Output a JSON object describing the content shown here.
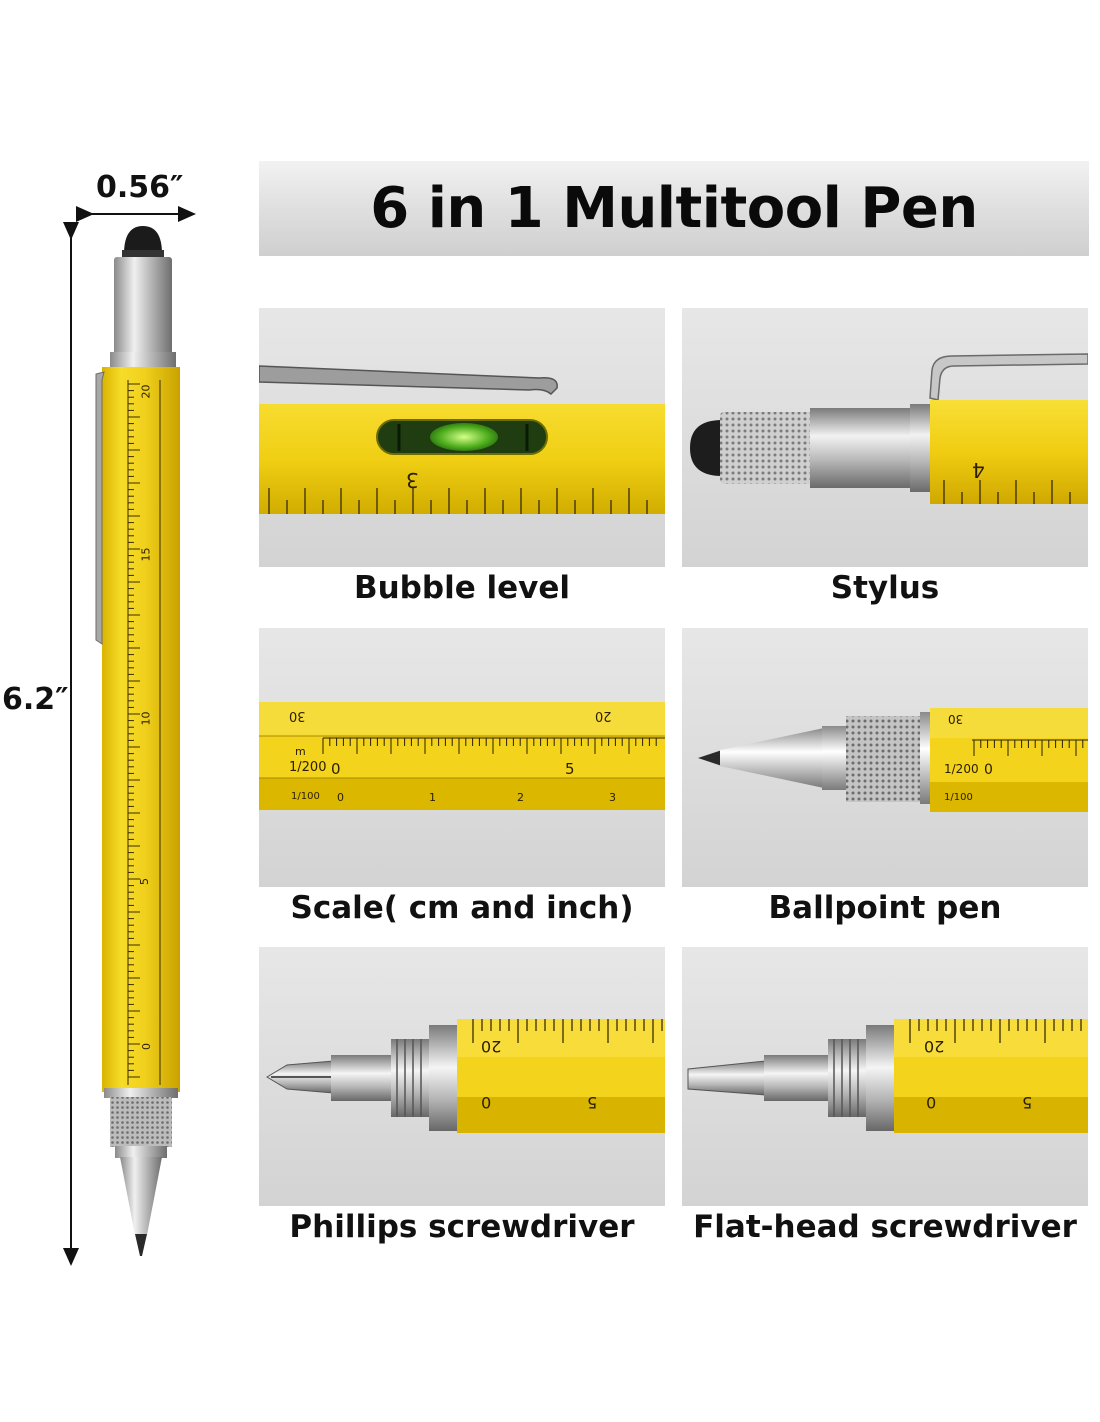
{
  "title": "6 in 1 Multitool Pen",
  "dimensions": {
    "width": "0.56″",
    "height": "6.2″"
  },
  "features": [
    {
      "caption": "Bubble level"
    },
    {
      "caption": "Stylus"
    },
    {
      "caption": "Scale( cm and inch)"
    },
    {
      "caption": "Ballpoint pen"
    },
    {
      "caption": "Phillips screwdriver"
    },
    {
      "caption": "Flat-head screwdriver"
    }
  ],
  "scale_marks": {
    "cm": [
      "0",
      "5",
      "10",
      "15",
      "20"
    ],
    "ratio_200": "1/200",
    "ratio_100": "1/100",
    "unit": "m",
    "ruler_3": "3",
    "ruler_4": "4",
    "scale_0": "0",
    "scale_5": "5",
    "scale_1": "1",
    "scale_2": "2",
    "scale_3": "3",
    "inv_20": "20",
    "inv_30": "30"
  },
  "colors": {
    "pen_body": "#f2d21a",
    "chrome": "#c9c9c9",
    "banner": "#dcdcdc"
  }
}
